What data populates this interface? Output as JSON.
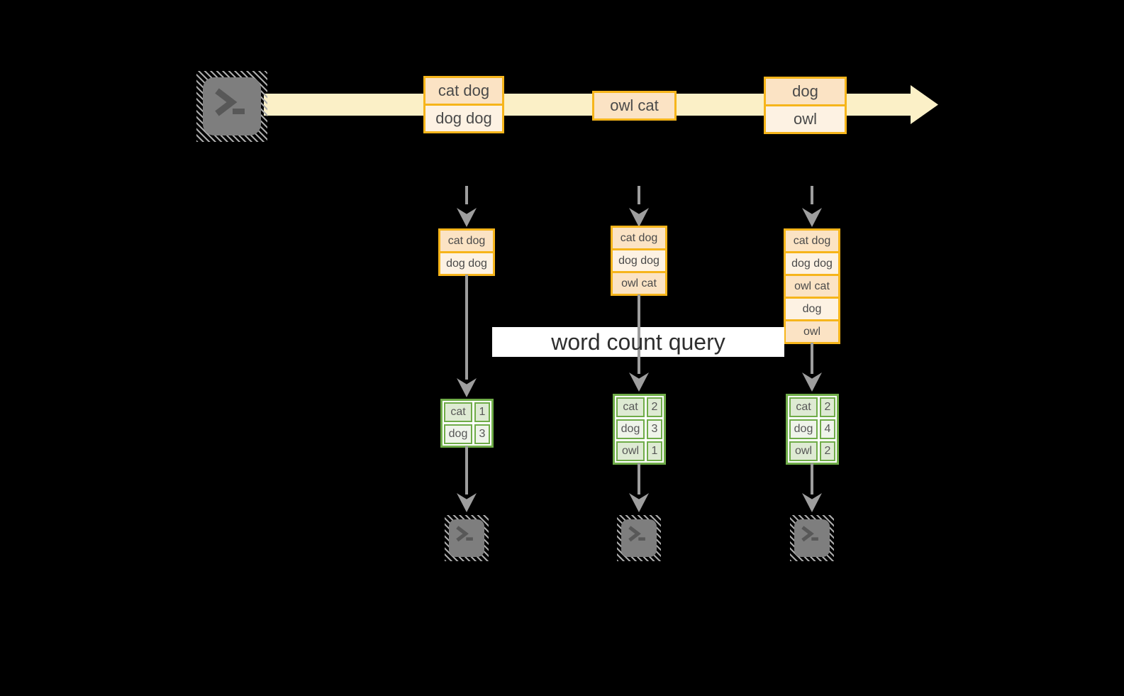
{
  "query_label": "word count query",
  "icons": {
    "source_terminal": "terminal-prompt-icon",
    "sink_terminal": "terminal-prompt-icon"
  },
  "stream": {
    "events": [
      {
        "lines": [
          "cat dog",
          "dog dog"
        ]
      },
      {
        "lines": [
          "owl cat"
        ]
      },
      {
        "lines": [
          "dog",
          "owl"
        ]
      }
    ]
  },
  "columns": [
    {
      "batch": [
        "cat dog",
        "dog dog"
      ],
      "counts": [
        {
          "word": "cat",
          "count": 1
        },
        {
          "word": "dog",
          "count": 3
        }
      ]
    },
    {
      "batch": [
        "cat dog",
        "dog dog",
        "owl cat"
      ],
      "counts": [
        {
          "word": "cat",
          "count": 2
        },
        {
          "word": "dog",
          "count": 3
        },
        {
          "word": "owl",
          "count": 1
        }
      ]
    },
    {
      "batch": [
        "cat dog",
        "dog dog",
        "owl cat",
        "dog",
        "owl"
      ],
      "counts": [
        {
          "word": "cat",
          "count": 2
        },
        {
          "word": "dog",
          "count": 4
        },
        {
          "word": "owl",
          "count": 2
        }
      ]
    }
  ],
  "colors": {
    "stream_band": "#FBF0C7",
    "event_border": "#F6B51B",
    "event_row_dark": "#FBE3C4",
    "event_row_light": "#FDF2E3",
    "table_border": "#6FAC48",
    "table_row_dark": "#DEEAD3",
    "table_row_light": "#EFF4EA",
    "arrow_gray": "#9E9E9E",
    "terminal_gray": "#7E7E7E",
    "label_bg": "#FFFFFF"
  }
}
